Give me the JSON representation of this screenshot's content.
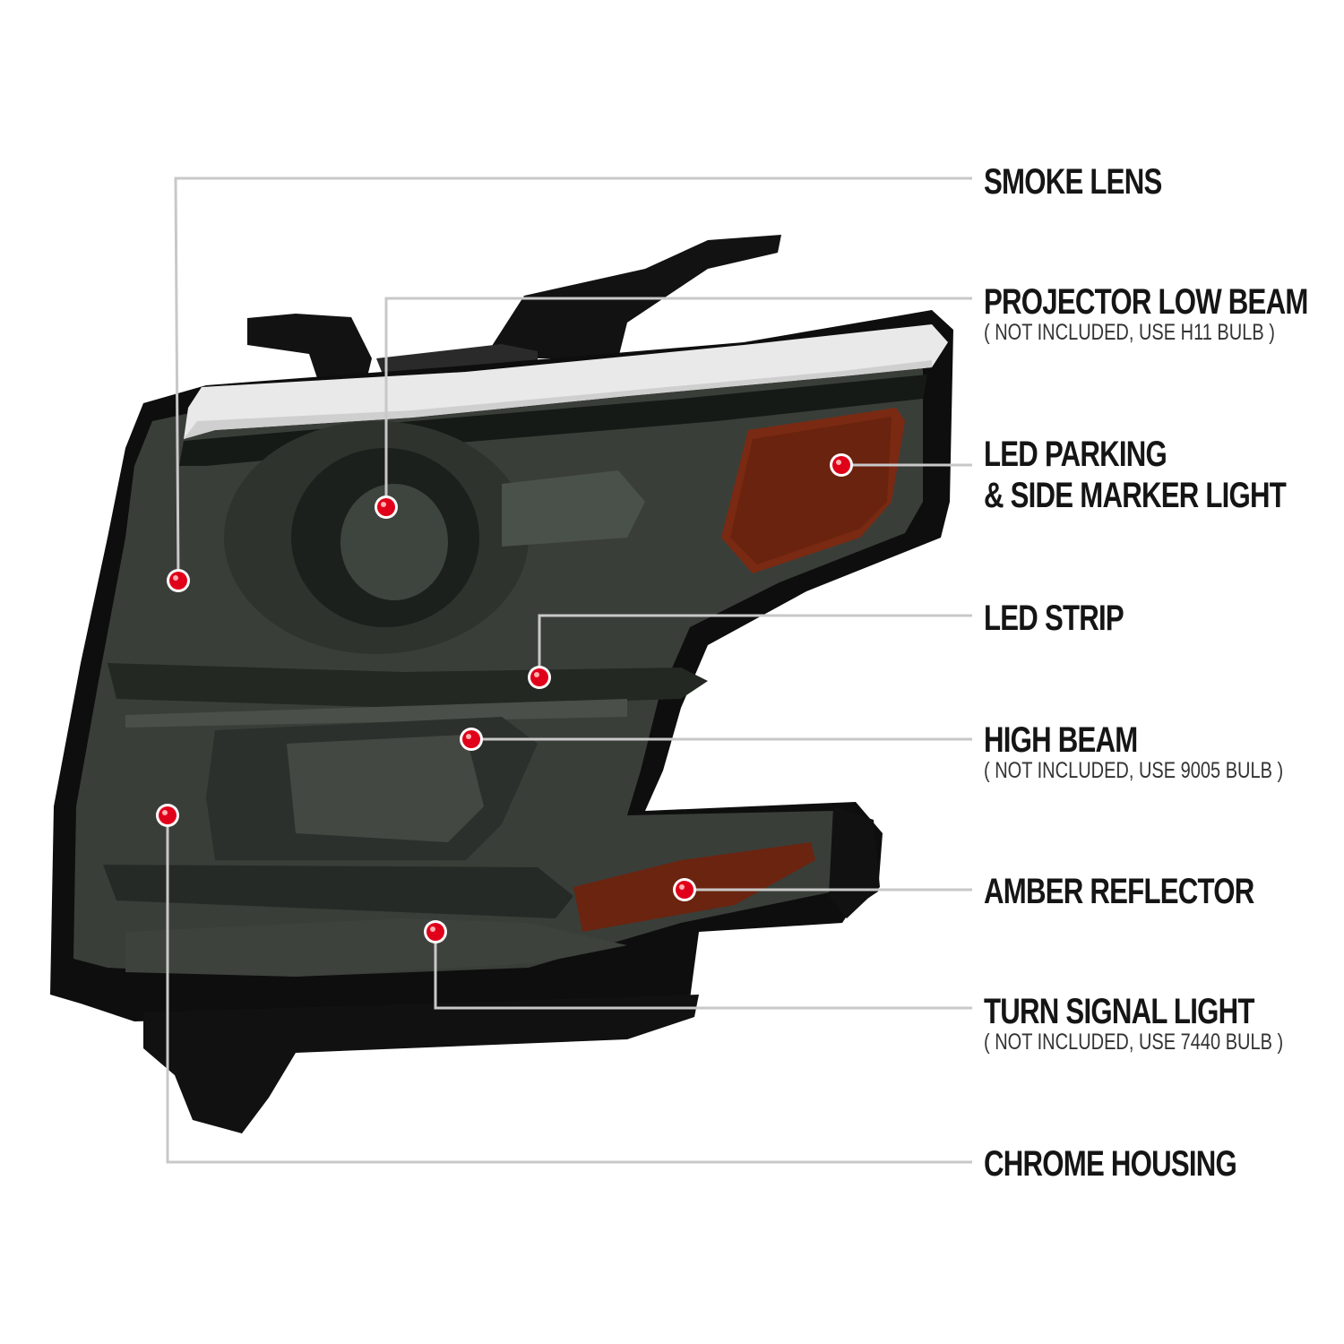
{
  "colors": {
    "background": "#ffffff",
    "leader_line": "#c8c8c8",
    "callout_dot": "#e0001a",
    "smoke_lens": "#3b3f3a",
    "housing_black": "#101010",
    "chrome": "#e6e6e6",
    "amber": "#7a2a12"
  },
  "callouts": [
    {
      "id": "smoke-lens",
      "title": "SMOKE LENS",
      "note": ""
    },
    {
      "id": "projector-low-beam",
      "title": "PROJECTOR LOW BEAM",
      "note": "( NOT INCLUDED, USE  H11  BULB )"
    },
    {
      "id": "led-parking",
      "title": "LED PARKING",
      "title2": "& SIDE MARKER LIGHT",
      "note": ""
    },
    {
      "id": "led-strip",
      "title": "LED STRIP",
      "note": ""
    },
    {
      "id": "high-beam",
      "title": "HIGH BEAM",
      "note": "( NOT INCLUDED, USE  9005  BULB )"
    },
    {
      "id": "amber-reflector",
      "title": "AMBER REFLECTOR",
      "note": ""
    },
    {
      "id": "turn-signal",
      "title": "TURN SIGNAL LIGHT",
      "note": "( NOT INCLUDED, USE  7440  BULB )"
    },
    {
      "id": "chrome-housing",
      "title": "CHROME HOUSING",
      "note": ""
    }
  ]
}
